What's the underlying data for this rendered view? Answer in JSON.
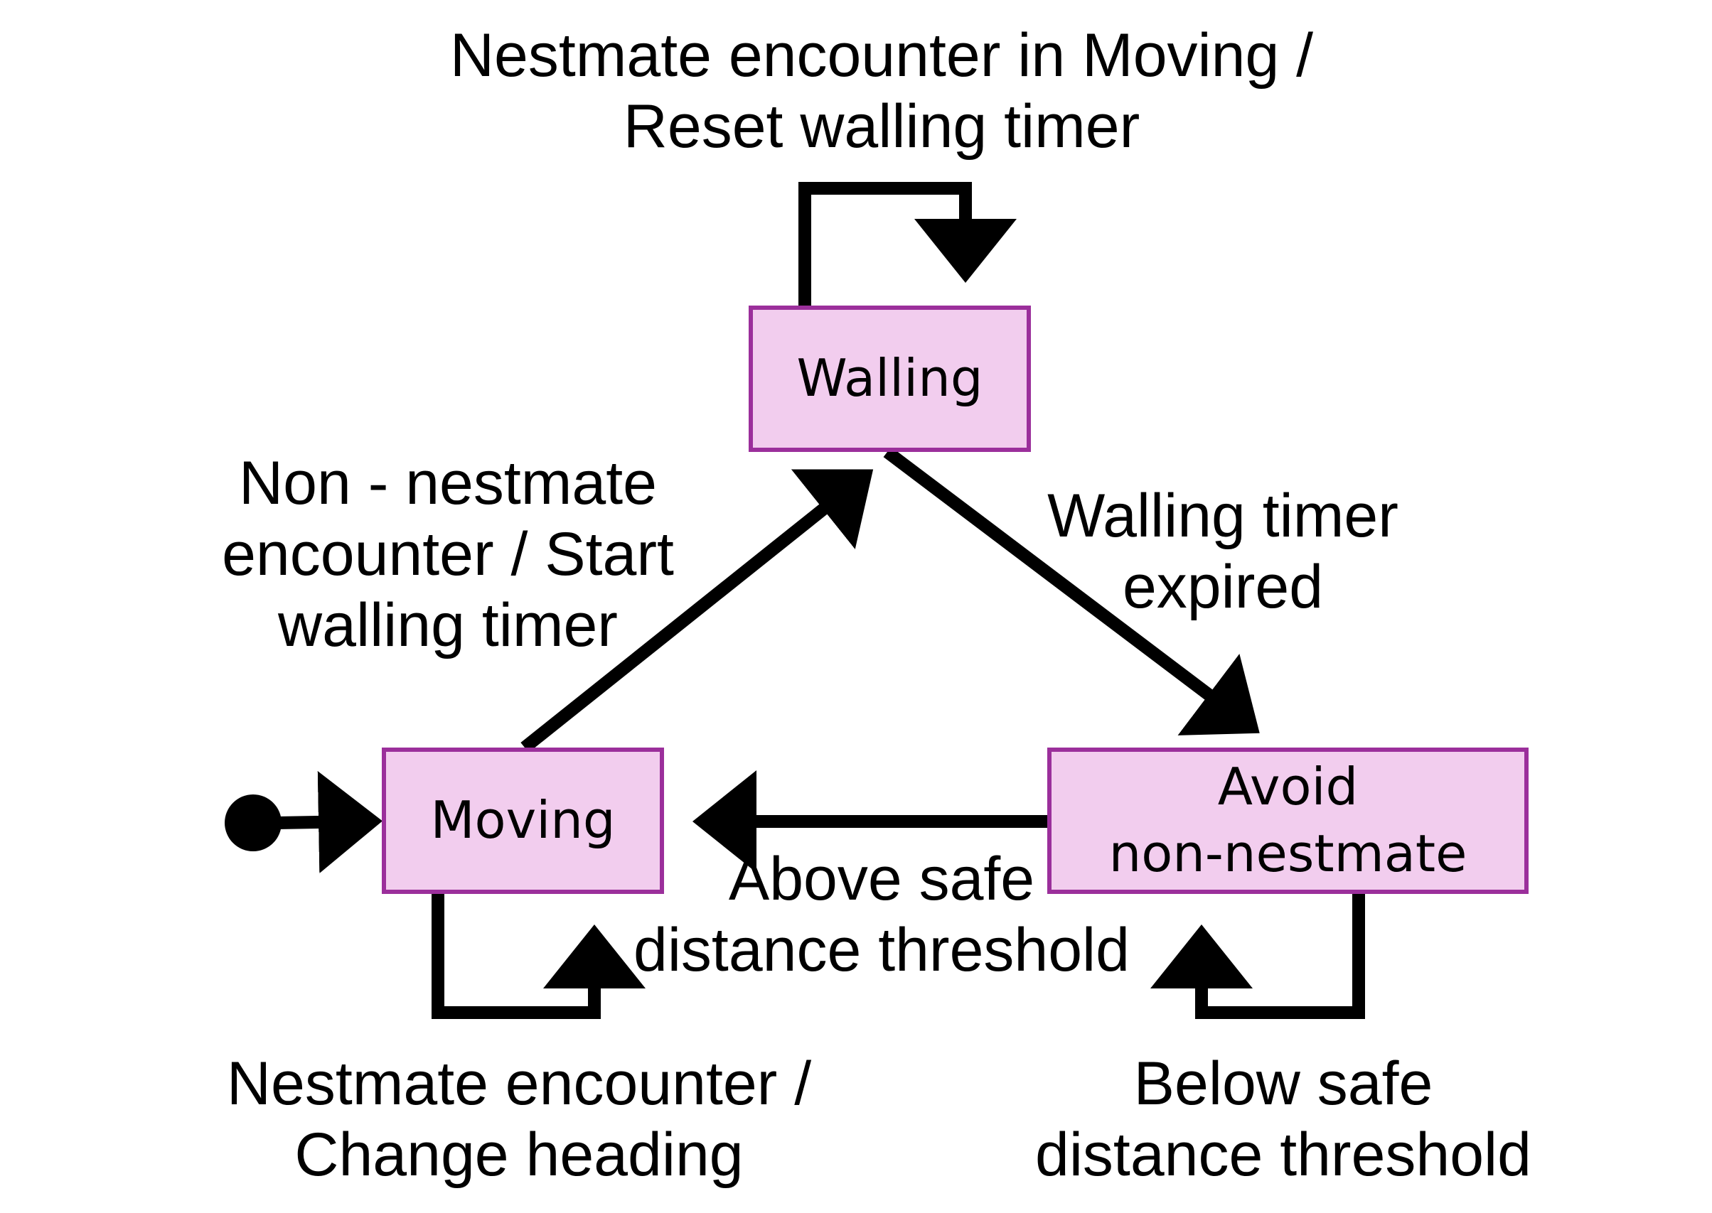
{
  "colors": {
    "state_fill": "#f2cdee",
    "state_border": "#9b2f9b",
    "arrow": "#000000"
  },
  "states": {
    "walling": "Walling",
    "moving": "Moving",
    "avoid": [
      "Avoid",
      "non-nestmate"
    ]
  },
  "transitions": {
    "walling_self": [
      "Nestmate encounter in Moving /",
      "Reset walling timer"
    ],
    "moving_to_walling": [
      "Non - nestmate",
      "encounter / Start",
      "walling timer"
    ],
    "walling_to_avoid": [
      "Walling timer",
      "expired"
    ],
    "avoid_to_moving": [
      "Above safe",
      "distance threshold"
    ],
    "moving_self": [
      "Nestmate encounter /",
      "Change heading"
    ],
    "avoid_self": [
      "Below safe",
      "distance threshold"
    ]
  },
  "initial_marker": "initial-state-dot"
}
